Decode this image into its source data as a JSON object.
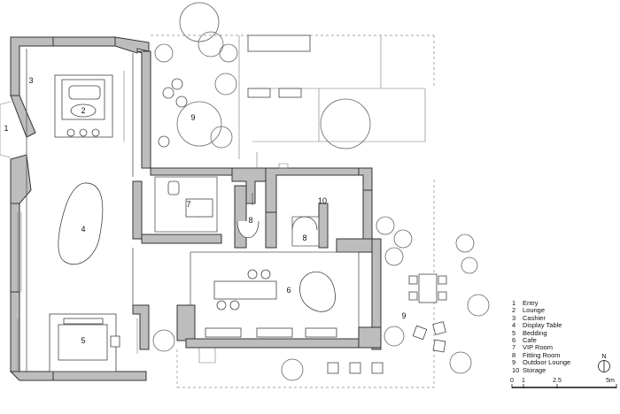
{
  "room_labels": {
    "r1": "1",
    "r2": "2",
    "r3": "3",
    "r4": "4",
    "r5": "5",
    "r6": "6",
    "r7": "7",
    "r8a": "8",
    "r8b": "8",
    "r9a": "9",
    "r9b": "9",
    "r10": "10"
  },
  "legend": [
    {
      "num": "1",
      "label": "Entry"
    },
    {
      "num": "2",
      "label": "Lounge"
    },
    {
      "num": "3",
      "label": "Cashier"
    },
    {
      "num": "4",
      "label": "Display Table"
    },
    {
      "num": "5",
      "label": "Bedding"
    },
    {
      "num": "6",
      "label": "Cafe"
    },
    {
      "num": "7",
      "label": "VIP Room"
    },
    {
      "num": "8",
      "label": "Fitting Room"
    },
    {
      "num": "9",
      "label": "Outdoor Lounge"
    },
    {
      "num": "10",
      "label": "Storage"
    }
  ],
  "north": "N",
  "scale": {
    "t0": "0",
    "t1": "1",
    "t2": "2.5",
    "t3": "5m"
  }
}
